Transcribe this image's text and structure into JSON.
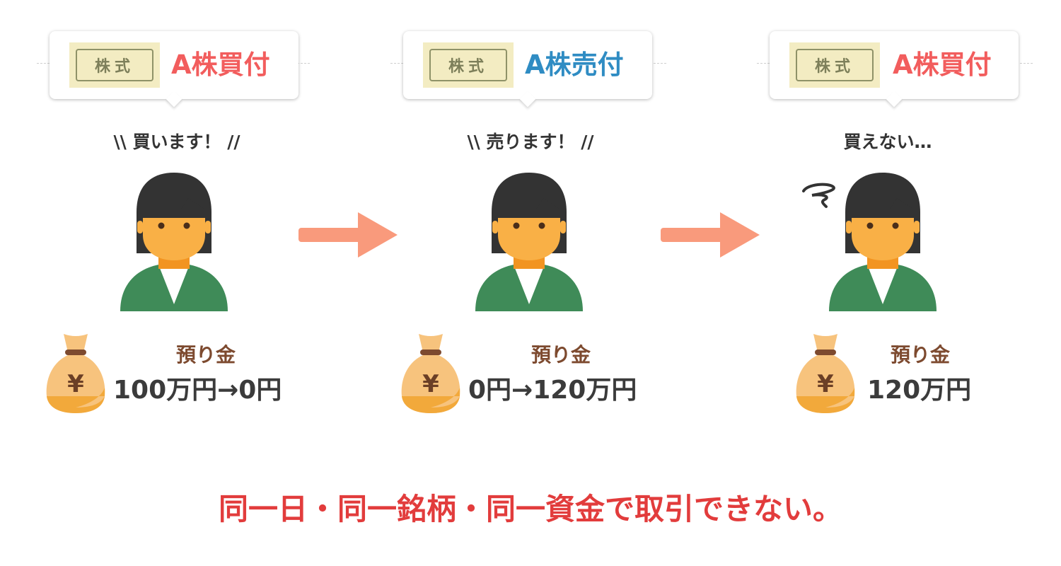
{
  "panels": [
    {
      "stock_tag": "株式",
      "order": "A株買付",
      "order_type": "buy",
      "speech": "\\\\ 買います！ //",
      "money_label": "預り金",
      "money_value": "100万円→0円",
      "bag_symbol": "¥"
    },
    {
      "stock_tag": "株式",
      "order": "A株売付",
      "order_type": "sell",
      "speech": "\\\\ 売ります！ //",
      "money_label": "預り金",
      "money_value": "0円→120万円",
      "bag_symbol": "¥"
    },
    {
      "stock_tag": "株式",
      "order": "A株買付",
      "order_type": "buy",
      "speech": "買えない…",
      "money_label": "預り金",
      "money_value": "120万円",
      "bag_symbol": "¥",
      "confused_icon": "swirl-icon"
    }
  ],
  "arrows": [
    "arrow-right-icon",
    "arrow-right-icon"
  ],
  "caption": "同一日・同一銘柄・同一資金で取引できない。",
  "colors": {
    "buy": "#f25d5d",
    "sell": "#2f8cc3",
    "caption": "#e23c3c",
    "arrow": "#f99a7c",
    "bag": "#f7c37d",
    "suit": "#3f8b58",
    "hair": "#333333",
    "skin": "#f9b046"
  }
}
